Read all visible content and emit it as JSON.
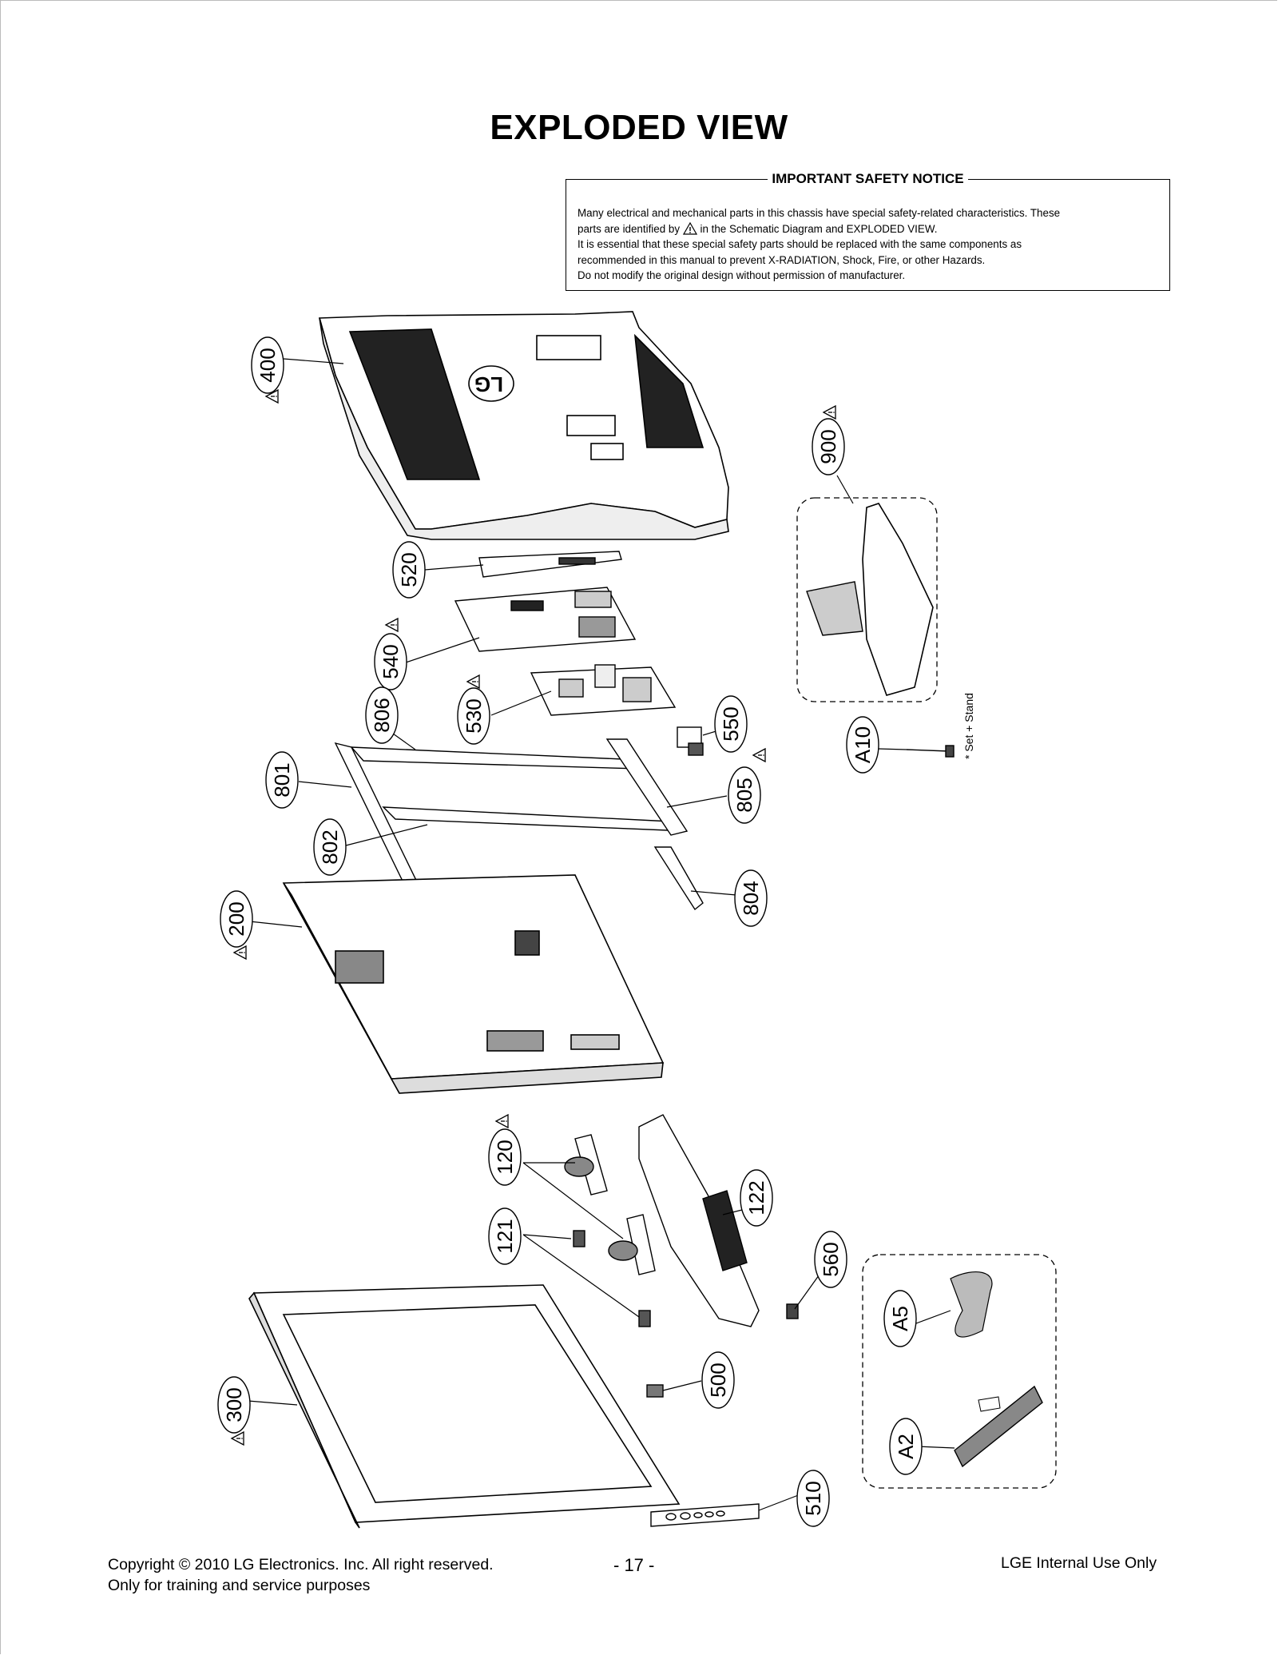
{
  "title": "EXPLODED VIEW",
  "notice": {
    "heading": "IMPORTANT SAFETY NOTICE",
    "line1": "Many electrical and mechanical parts in this chassis have special safety-related characteristics. These",
    "line2_pre": "parts are identified by",
    "line2_post": "in the Schematic Diagram and EXPLODED VIEW.",
    "line3": "It is essential that these special safety parts should be replaced with the same components as",
    "line4": "recommended in this manual to prevent X-RADIATION, Shock, Fire, or other Hazards.",
    "line5": "Do not modify the original design without permission of manufacturer.",
    "warning_icon": "warning-triangle-icon"
  },
  "parts": {
    "p400": "400",
    "p520": "520",
    "p540": "540",
    "p530": "530",
    "p806": "806",
    "p801": "801",
    "p802": "802",
    "p200": "200",
    "p550": "550",
    "p805": "805",
    "p804": "804",
    "p900": "900",
    "pA10": "A10",
    "p120": "120",
    "p121": "121",
    "p122": "122",
    "p560": "560",
    "p300": "300",
    "p500": "500",
    "p510": "510",
    "pA5": "A5",
    "pA2": "A2"
  },
  "stand_note": "* Set + Stand",
  "brand_logo": "LG",
  "footer": {
    "copyright": "Copyright © 2010 LG Electronics. Inc. All right reserved.",
    "training": "Only for training and service purposes",
    "page": "- 17 -",
    "internal": "LGE Internal Use Only"
  }
}
